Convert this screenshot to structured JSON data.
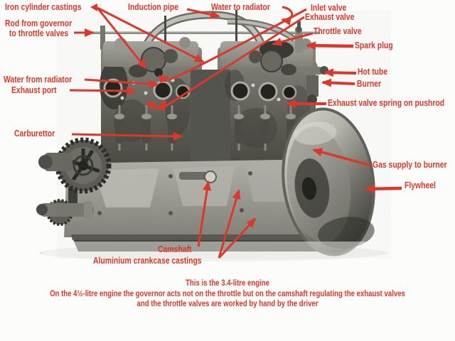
{
  "colors": {
    "annotation_red": "#d9382c",
    "photo_background": "#fcfcfa",
    "engine_dark_gray": "#46463f",
    "engine_light_gray": "#b2b2aa"
  },
  "labels": {
    "iron_cylinder_castings": "Iron cylinder castings",
    "rod_from_governor_line1": "Rod from governor",
    "rod_from_governor_line2": "to throttle valves",
    "induction_pipe": "Induction pipe",
    "water_to_radiator": "Water to radiator",
    "inlet_valve": "Inlet valve",
    "exhaust_valve": "Exhaust valve",
    "throttle_valve": "Throttle valve",
    "spark_plug": "Spark plug",
    "hot_tube": "Hot tube",
    "burner": "Burner",
    "exhaust_valve_spring": "Exhaust valve spring on pushrod",
    "water_from_radiator": "Water from radiator",
    "exhaust_port": "Exhaust port",
    "carburettor": "Carburettor",
    "gas_supply_to_burner": "Gas supply to burner",
    "flywheel": "Flywheel",
    "camshaft": "Camshaft",
    "aluminium_crankcase": "Aluminium crankcase castings"
  },
  "caption": {
    "line1": "This is the 3.4-litre engine",
    "line2": "On the 4½-litre engine the governor acts not on the throttle but on the camshaft regulating the exhaust valves",
    "line3": "and the throttle valves are worked by hand by the driver"
  }
}
